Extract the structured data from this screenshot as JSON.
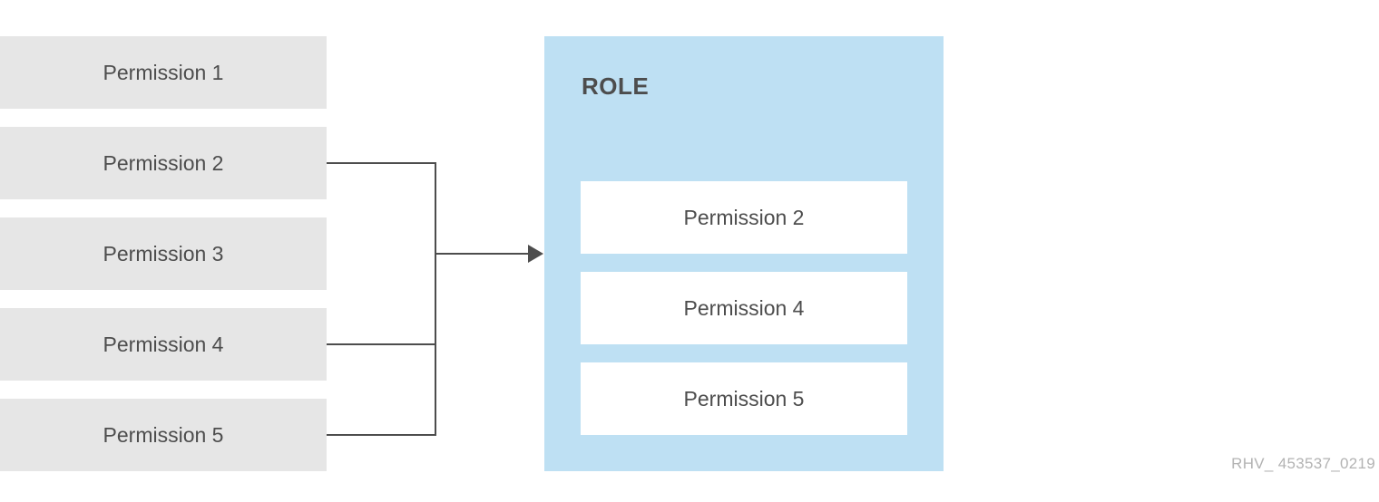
{
  "permissions": [
    {
      "label": "Permission 1"
    },
    {
      "label": "Permission 2"
    },
    {
      "label": "Permission 3"
    },
    {
      "label": "Permission 4"
    },
    {
      "label": "Permission 5"
    }
  ],
  "role": {
    "title": "ROLE",
    "permissions": [
      {
        "label": "Permission 2"
      },
      {
        "label": "Permission 4"
      },
      {
        "label": "Permission 5"
      }
    ]
  },
  "figure_id": "RHV_ 453537_0219",
  "colors": {
    "permission_box": "#e6e6e6",
    "role_background": "#bee0f3",
    "role_permission_box": "#ffffff",
    "text": "#4d4d4d",
    "connector": "#4d4d4d",
    "figure_id": "#b3b3b3"
  }
}
